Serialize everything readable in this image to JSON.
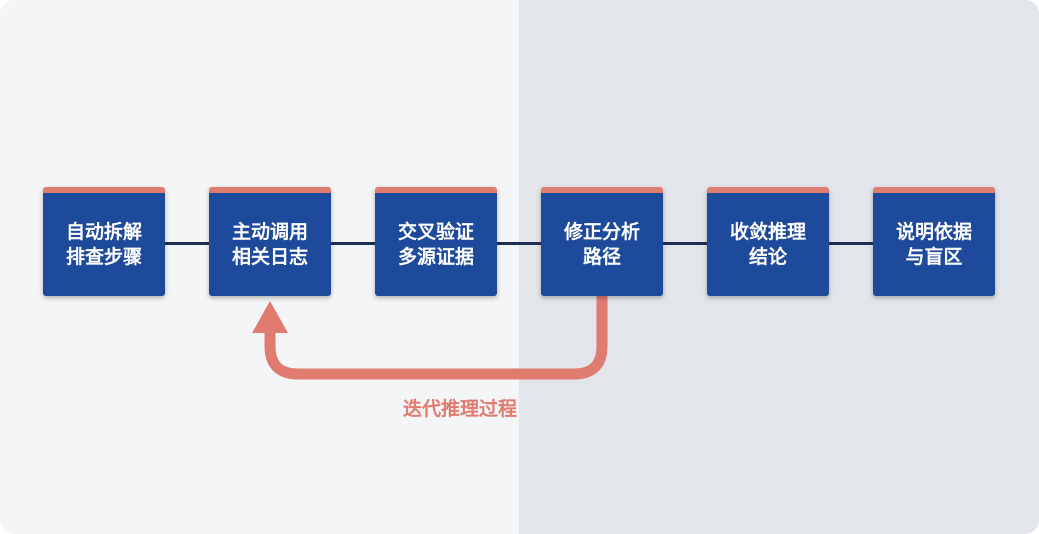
{
  "steps": [
    {
      "line1": "自动拆解",
      "line2": "排查步骤"
    },
    {
      "line1": "主动调用",
      "line2": "相关日志"
    },
    {
      "line1": "交叉验证",
      "line2": "多源证据"
    },
    {
      "line1": "修正分析",
      "line2": "路径"
    },
    {
      "line1": "收敛推理",
      "line2": "结论"
    },
    {
      "line1": "说明依据",
      "line2": "与盲区"
    }
  ],
  "loop": {
    "label": "迭代推理过程",
    "color": "#e07b70"
  },
  "colors": {
    "box_fill": "#1e4a9b",
    "box_top_stripe": "#e07b70",
    "connector": "#1e2f55",
    "bg_left": "#f4f5f6",
    "bg_right": "#e2e5e9"
  }
}
